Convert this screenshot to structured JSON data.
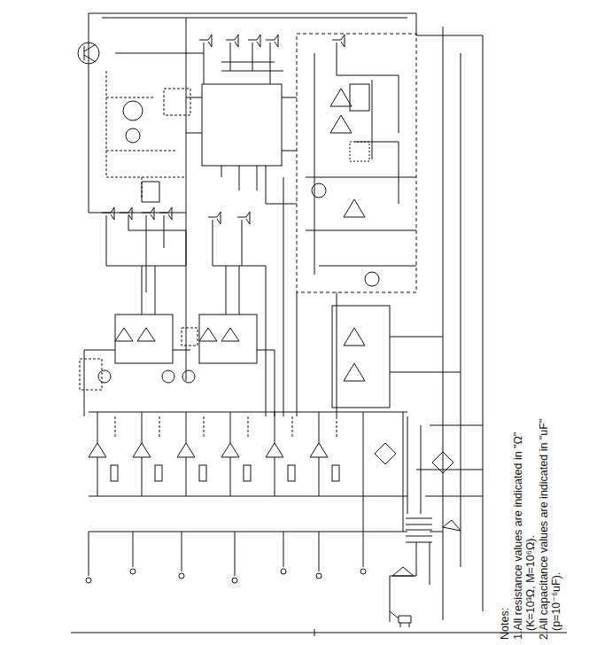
{
  "diagram": {
    "labels": [
      "Notes:",
      "1.All resistance values are indicated in \"Ω\"",
      "(K=10³Ω, M=10⁶Ω).",
      "2.All capacitance values are indicated in \"uF\"",
      "(p=10⁻⁶uF)."
    ]
  }
}
